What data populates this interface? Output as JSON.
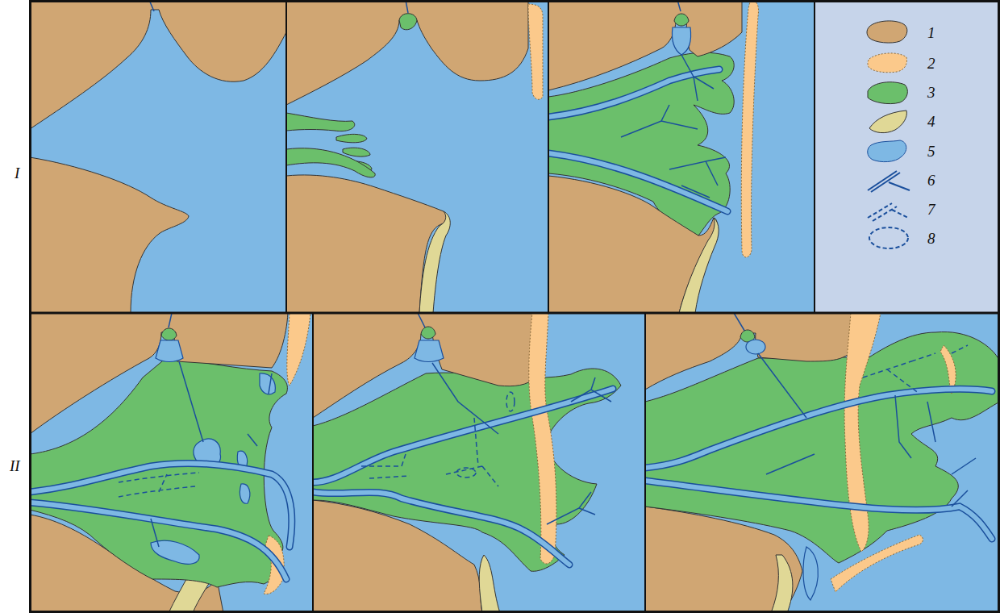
{
  "diagram": {
    "labels": [
      "I",
      "II"
    ],
    "legend": [
      {
        "text": "1",
        "color": "#d0a673"
      },
      {
        "text": "2",
        "color": "#fbc98b"
      },
      {
        "text": "3",
        "color": "#6bbf6b"
      },
      {
        "text": "4",
        "color": "#e0d896"
      },
      {
        "text": "5",
        "color": "#7eb8e4"
      },
      {
        "text": "6"
      },
      {
        "text": "7"
      },
      {
        "text": "8"
      }
    ]
  }
}
